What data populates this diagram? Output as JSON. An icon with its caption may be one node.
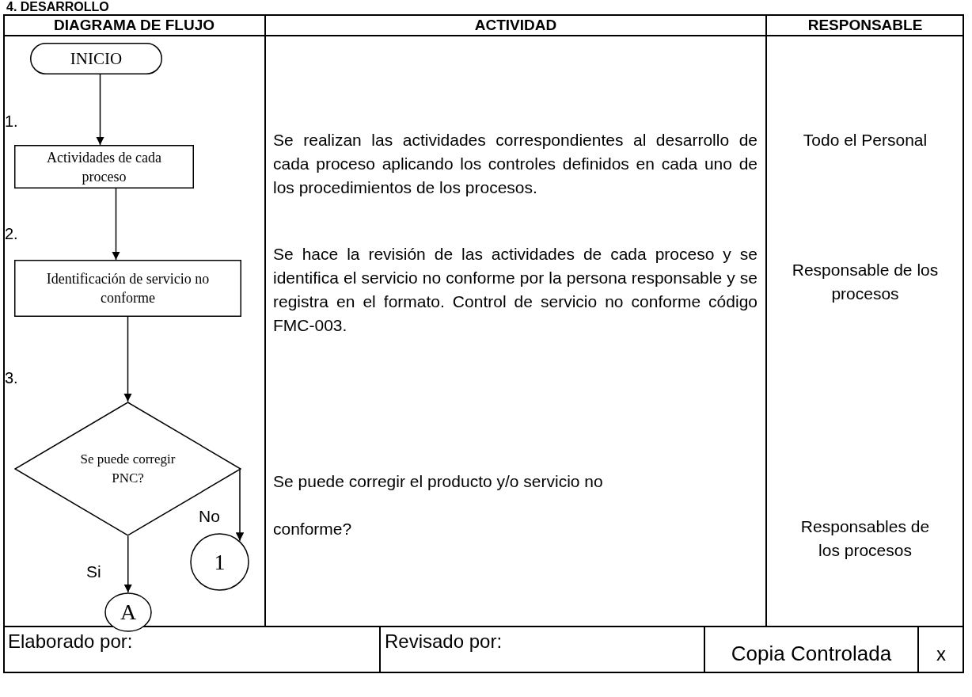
{
  "diagram": {
    "title": "4. DESARROLLO",
    "nodes": [
      {
        "text": [
          "INICIO"
        ]
      },
      {
        "text": [
          "Actividades de cada proceso"
        ]
      },
      {
        "text": [
          "Identificación de servicio no conforme"
        ]
      },
      {
        "text": [
          "Se puede corregir PNC?"
        ]
      },
      {
        "text": [
          "1"
        ]
      },
      {
        "text": [
          "A"
        ]
      }
    ],
    "edges": [
      {
        "from": 0,
        "to": 1,
        "arrow": "to"
      },
      {
        "from": 1,
        "to": 2,
        "arrow": "to"
      },
      {
        "from": 2,
        "to": 3,
        "arrow": "to"
      },
      {
        "from": 3,
        "to": 5,
        "arrow": "to",
        "label": "Si"
      },
      {
        "from": 3,
        "to": 4,
        "arrow": "to",
        "label": "No"
      }
    ],
    "labels": [
      "DIAGRAMA DE FLUJO",
      "ACTIVIDAD",
      "RESPONSABLE",
      "1.",
      "Se realizan  las actividades correspondientes al desarrollo de cada proceso aplicando los controles definidos  en cada uno de los  procedimientos de los procesos.",
      "Todo el Personal",
      "2.",
      "Se hace la revisión de las actividades de cada proceso y se identifica el servicio no conforme por la persona responsable y se registra en el formato. Control de servicio  no conforme código FMC-003.",
      "Responsable de los procesos",
      "3.",
      "Se puede corregir el producto y/o servicio  no conforme?",
      "Responsables de los procesos",
      "Elaborado por:",
      "Revisado por:",
      "Copia Controlada",
      "x"
    ]
  }
}
